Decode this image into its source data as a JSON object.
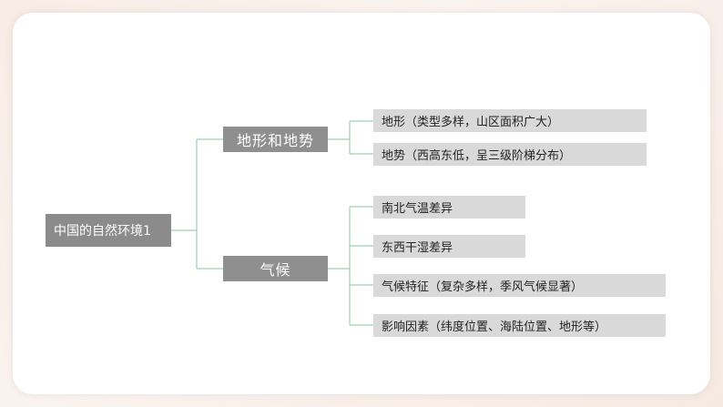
{
  "diagram": {
    "root": "中国的自然环境1",
    "branches": [
      {
        "label": "地形和地势",
        "children": [
          "地形（类型多样，山区面积广大）",
          "地势（西高东低，呈三级阶梯分布）"
        ]
      },
      {
        "label": "气候",
        "children": [
          "南北气温差异",
          "东西干湿差异",
          "气候特征（复杂多样，季风气候显著）",
          "影响因素（纬度位置、海陆位置、地形等）"
        ]
      }
    ]
  },
  "colors": {
    "connector": "#9fcfb0",
    "root_fill": "#8b8b8b",
    "branch_fill": "#8f8f8f",
    "leaf_fill": "#d9d9d9"
  }
}
